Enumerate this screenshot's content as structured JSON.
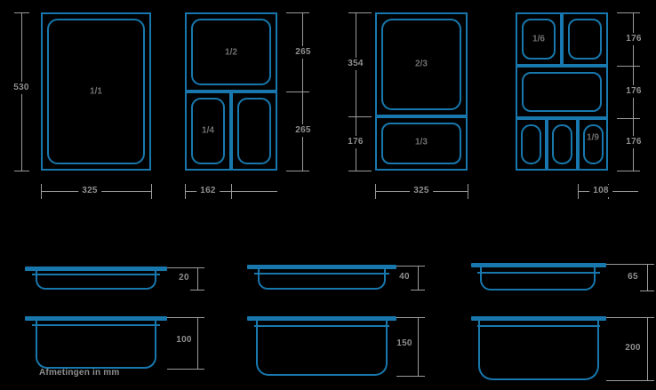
{
  "caption": "Afmetingen in mm",
  "colors": {
    "blue": "#1878ad",
    "grey": "#9b9b9b",
    "text": "#8f8f8f",
    "background": "#000000"
  },
  "units": "mm",
  "plan_views": [
    {
      "name": "gn-1-1",
      "width_label": "325",
      "height_labels": [
        "530"
      ],
      "compartments": [
        {
          "label": "1/1"
        }
      ]
    },
    {
      "name": "gn-1-2-and-1-4",
      "width_label": "162",
      "height_labels": [
        "265",
        "265"
      ],
      "compartments": [
        {
          "label": "1/2"
        },
        {
          "label": "1/4"
        },
        {
          "label": ""
        }
      ]
    },
    {
      "name": "gn-2-3-and-1-3",
      "width_label": "325",
      "height_labels": [
        "354",
        "176"
      ],
      "compartments": [
        {
          "label": "2/3"
        },
        {
          "label": "1/3"
        }
      ]
    },
    {
      "name": "gn-1-6-1-3-1-9",
      "width_label": "108",
      "height_labels": [
        "176",
        "176",
        "176"
      ],
      "compartments": [
        {
          "label": "1/6"
        },
        {
          "label": ""
        },
        {
          "label": ""
        },
        {
          "label": ""
        },
        {
          "label": ""
        },
        {
          "label": "1/9"
        }
      ]
    }
  ],
  "sections": [
    {
      "name": "depth-20",
      "depth_label": "20",
      "profile": "shallow"
    },
    {
      "name": "depth-100",
      "depth_label": "100",
      "profile": "deep"
    },
    {
      "name": "depth-40",
      "depth_label": "40",
      "profile": "shallow"
    },
    {
      "name": "depth-150",
      "depth_label": "150",
      "profile": "deep"
    },
    {
      "name": "depth-65",
      "depth_label": "65",
      "profile": "shallow"
    },
    {
      "name": "depth-200",
      "depth_label": "200",
      "profile": "deep"
    }
  ]
}
